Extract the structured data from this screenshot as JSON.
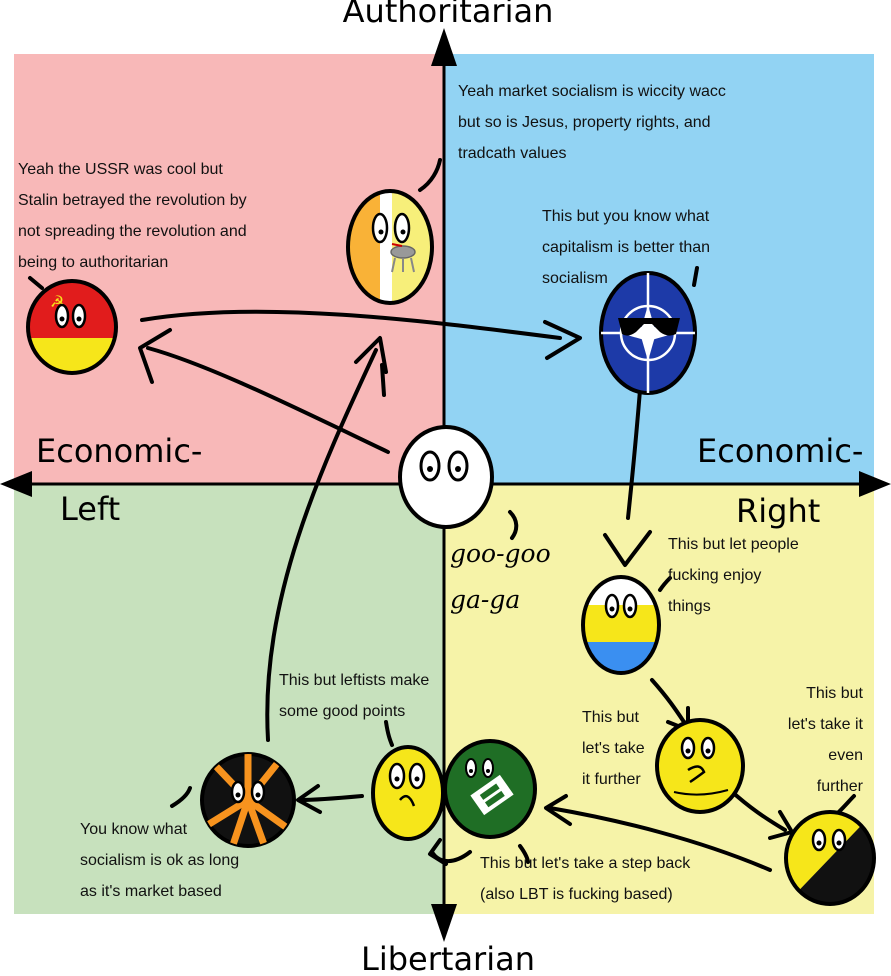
{
  "axes": {
    "top": "Authoritarian",
    "bottom": "Libertarian",
    "left_top": "Economic-",
    "left_bottom": "Left",
    "right_top": "Economic-",
    "right_bottom": "Right"
  },
  "quadrant_colors": {
    "auth_left": "#f8b8b8",
    "auth_right": "#92d3f3",
    "lib_left": "#c7e1bd",
    "lib_right": "#f6f3a8"
  },
  "captions": {
    "ussr": [
      "Yeah the USSR was cool but",
      "Stalin betrayed the revolution by",
      "not spreading the revolution and",
      "being to authoritarian"
    ],
    "market_socialism": [
      "Yeah market socialism is wiccity wacc",
      "but so is Jesus, property rights, and",
      "tradcath values"
    ],
    "capitalism": [
      "This but you know what",
      "capitalism is better than",
      "socialism"
    ],
    "enjoy_things": [
      "This but let people",
      "fucking enjoy",
      "things"
    ],
    "further": [
      "This but",
      "let's take",
      "it further"
    ],
    "even_further": [
      "This but",
      "let's take it",
      "even",
      "further"
    ],
    "step_back": [
      "This but let's take a step back",
      "(also LBT is fucking based)"
    ],
    "leftists": [
      "This but leftists make",
      "some good points"
    ],
    "market_based": [
      "You know what",
      "socialism is ok as long",
      "as it's market based"
    ]
  },
  "baby_text": [
    "goo-goo",
    "ga-ga"
  ]
}
